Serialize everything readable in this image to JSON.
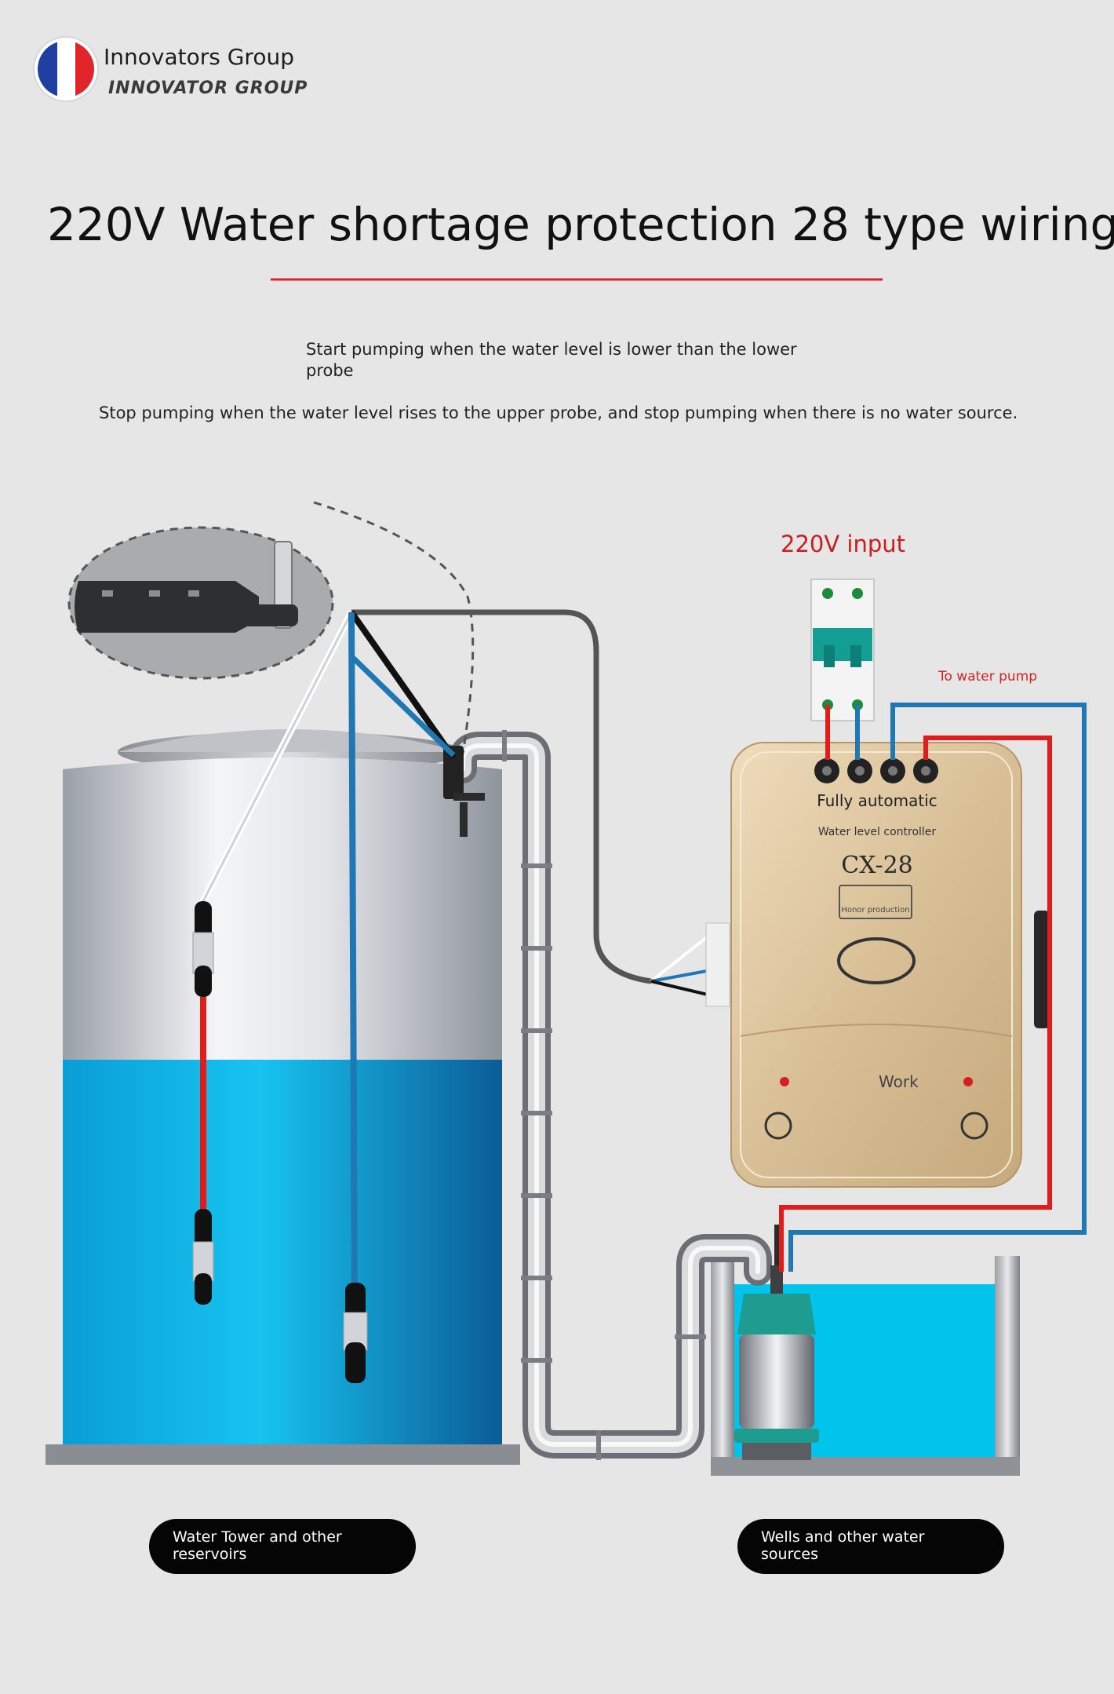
{
  "brand": {
    "name": "Innovators Group",
    "sub": "INNOVATOR GROUP",
    "flag_colors": [
      "#1f3fa3",
      "#ffffff",
      "#e2252b"
    ]
  },
  "title": "220V Water shortage protection 28 type wiring",
  "description": {
    "line1": "Start pumping when the water level is lower than the lower probe",
    "line2": "Stop pumping when the water level rises to the upper probe, and stop pumping when there is no water source."
  },
  "labels": {
    "input": "220V input",
    "to_pump": "To water pump",
    "reservoir": "Water Tower and other reservoirs",
    "source": "Wells and other water sources"
  },
  "controller": {
    "title": "Fully automatic",
    "subtitle": "Water level controller",
    "model": "CX-28",
    "honor": "Honor production",
    "work": "Work"
  },
  "colors": {
    "accent_red": "#d8232a",
    "wire_red": "#e21b1b",
    "wire_blue": "#1f78b4",
    "water": "#00bfe6",
    "tank_water_dark": "#0e72a8",
    "controller_gold": "#d9c29c",
    "breaker_teal": "#139e93"
  }
}
